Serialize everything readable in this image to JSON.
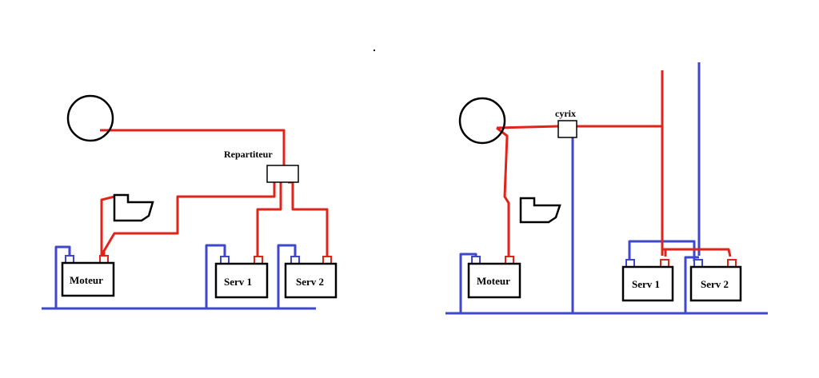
{
  "left_diagram": {
    "repartiteur_label": "Repartiteur",
    "battery_moteur_label": "Moteur",
    "battery_serv1_label": "Serv 1",
    "battery_serv2_label": "Serv 2"
  },
  "right_diagram": {
    "cyrix_label": "cyrix",
    "battery_moteur_label": "Moteur",
    "battery_serv1_label": "Serv 1",
    "battery_serv2_label": "Serv 2"
  },
  "colors": {
    "positive_wire": "#e2231a",
    "negative_wire": "#3f48cc",
    "outline": "#000000"
  }
}
